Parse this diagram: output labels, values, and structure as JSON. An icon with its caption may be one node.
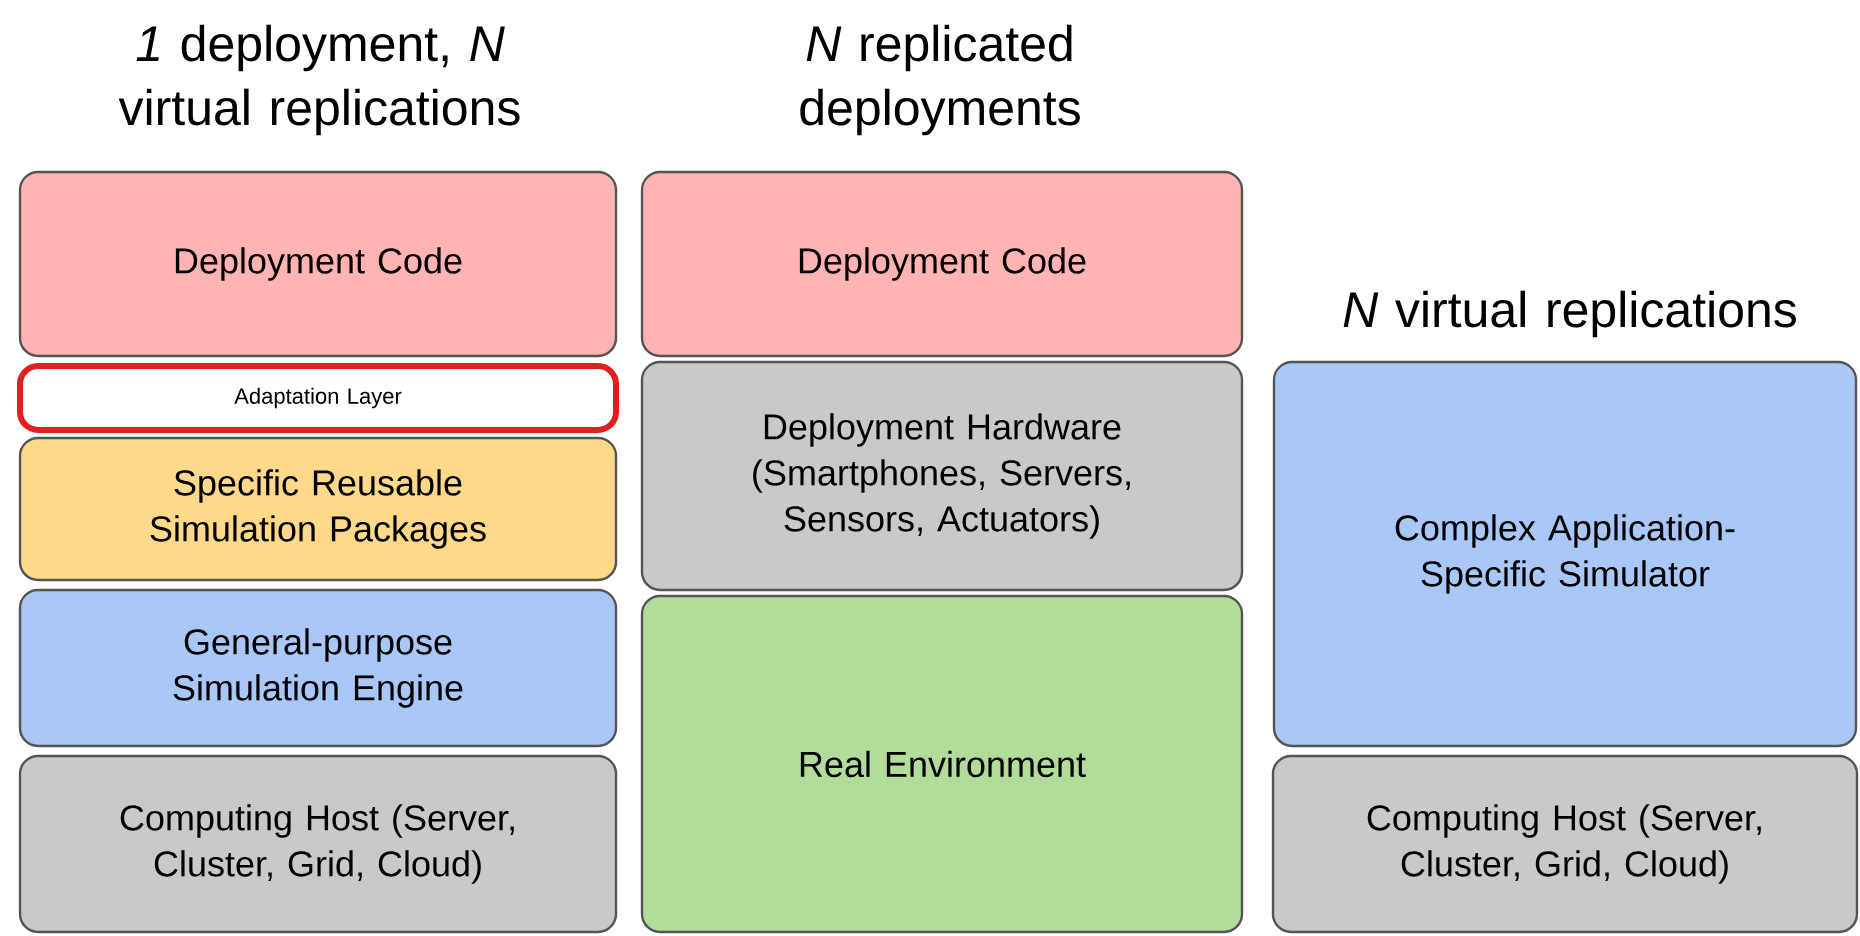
{
  "diagram": {
    "nodes": [
      {
        "text": [
          "Deployment Code"
        ]
      },
      {
        "text": [
          "Adaptation Layer"
        ]
      },
      {
        "text": [
          "Specific Reusable Simulation Packages"
        ]
      },
      {
        "text": [
          "General-purpose Simulation Engine"
        ]
      },
      {
        "text": [
          "Computing Host (Server, Cluster, Grid, Cloud)"
        ]
      },
      {
        "text": [
          "Deployment Code"
        ]
      },
      {
        "text": [
          "Deployment Hardware (Smartphones, Servers, Sensors, Actuators)"
        ]
      },
      {
        "text": [
          "Real Environment"
        ]
      },
      {
        "text": [
          "Complex Application-Specific Simulator"
        ]
      },
      {
        "text": [
          "Computing Host (Server, Cluster, Grid, Cloud)"
        ]
      }
    ],
    "labels": [
      "*1* deployment, *N* virtual replications",
      "*N* replicated deployments",
      "*N* virtual replications"
    ]
  }
}
